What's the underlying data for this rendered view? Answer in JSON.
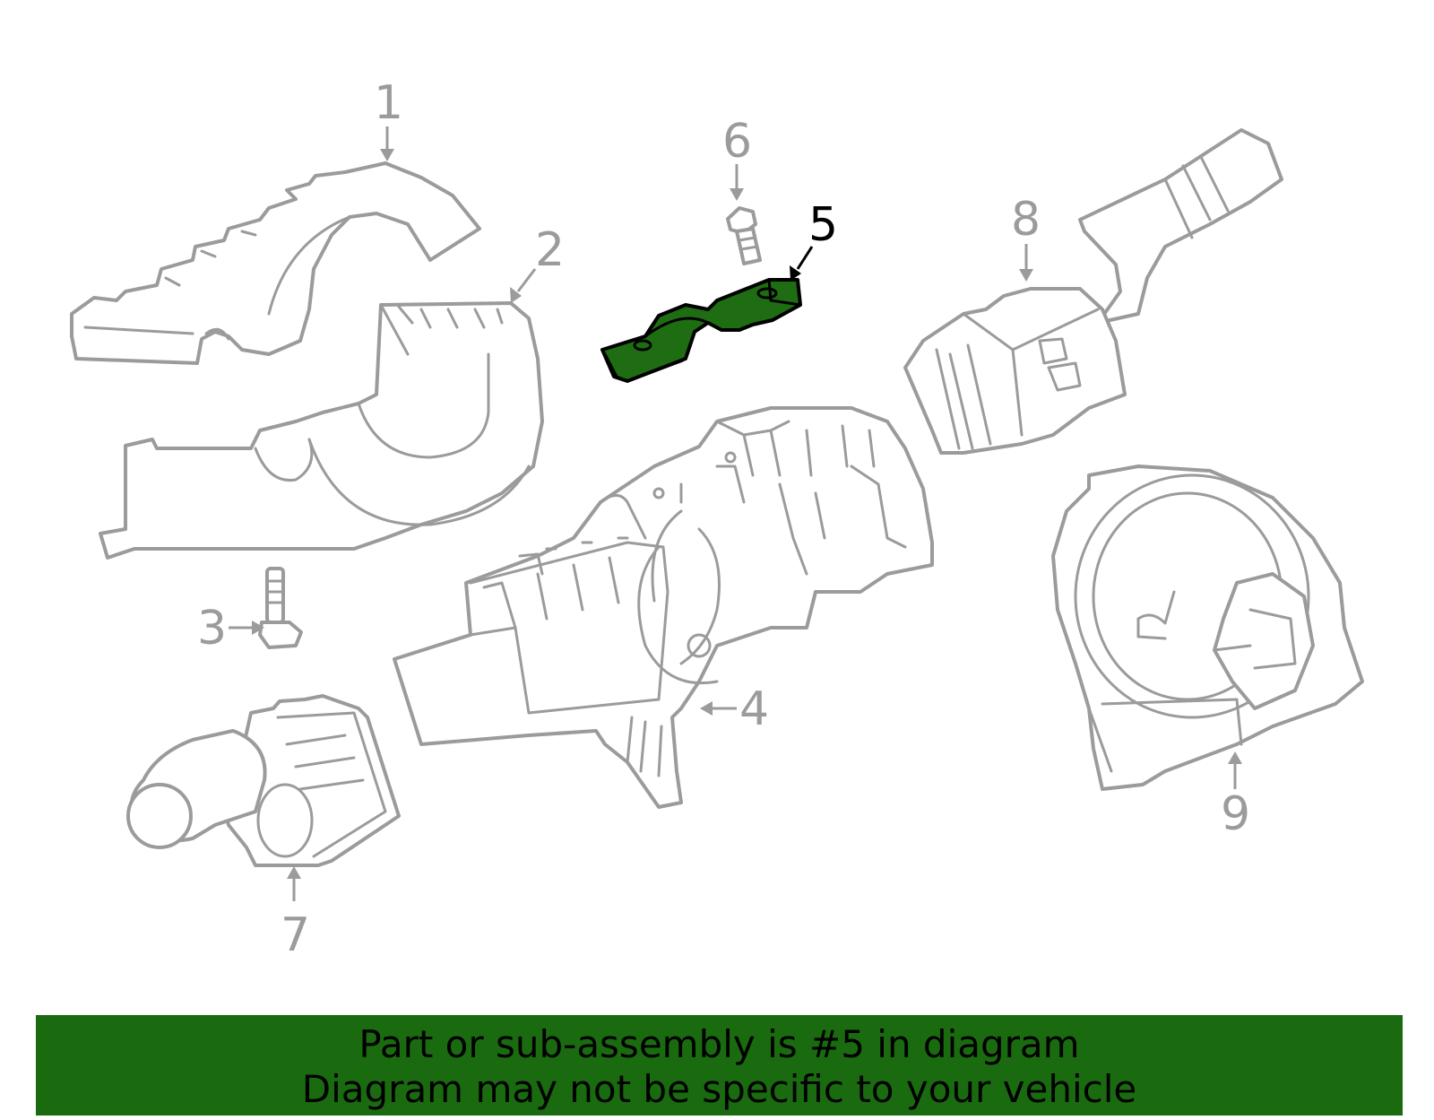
{
  "callouts": [
    "1",
    "2",
    "3",
    "4",
    "5",
    "6",
    "7",
    "8",
    "9"
  ],
  "highlighted_part": "5",
  "highlight_color": "#1f6d13",
  "banner": {
    "line1": "Part or sub-assembly is #5 in diagram",
    "line2": "Diagram may not be specific to your vehicle",
    "background": "#1a6b10"
  }
}
